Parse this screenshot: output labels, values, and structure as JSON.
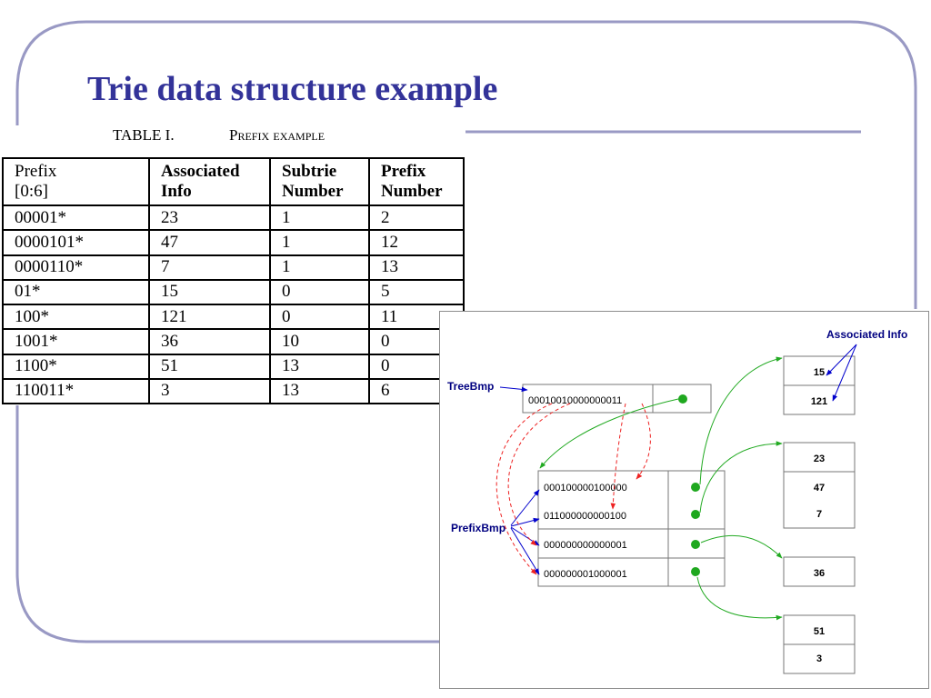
{
  "slide": {
    "title": "Trie data structure example",
    "colors": {
      "title": "#333399",
      "frame": "#9999c4",
      "label": "#000080",
      "green": "#22aa22",
      "red": "#ff3333",
      "blue": "#0000cc"
    }
  },
  "table": {
    "label": "TABLE I.",
    "name": "Prefix example",
    "headers": [
      [
        "Prefix",
        "[0:6]"
      ],
      [
        "Associated",
        "Info"
      ],
      [
        "Subtrie",
        "Number"
      ],
      [
        "Prefix",
        "Number"
      ]
    ],
    "rows": [
      [
        "00001*",
        "23",
        "1",
        "2"
      ],
      [
        "0000101*",
        "47",
        "1",
        "12"
      ],
      [
        "0000110*",
        "7",
        "1",
        "13"
      ],
      [
        "01*",
        "15",
        "0",
        "5"
      ],
      [
        "100*",
        "121",
        "0",
        "11"
      ],
      [
        "1001*",
        "36",
        "10",
        "0"
      ],
      [
        "1100*",
        "51",
        "13",
        "0"
      ],
      [
        "110011*",
        "3",
        "13",
        "6"
      ]
    ]
  },
  "diagram": {
    "labels": {
      "tree": "TreeBmp",
      "prefix": "PrefixBmp",
      "info": "Associated Info"
    },
    "root_bitmap": "00010010000000011",
    "child_bitmaps": [
      "000100000100000",
      "011000000000100",
      "000000000000001",
      "000000001000001"
    ],
    "info_groups": [
      [
        "15",
        "121"
      ],
      [
        "23",
        "47",
        "7"
      ],
      [
        "36"
      ],
      [
        "51",
        "3"
      ]
    ]
  }
}
